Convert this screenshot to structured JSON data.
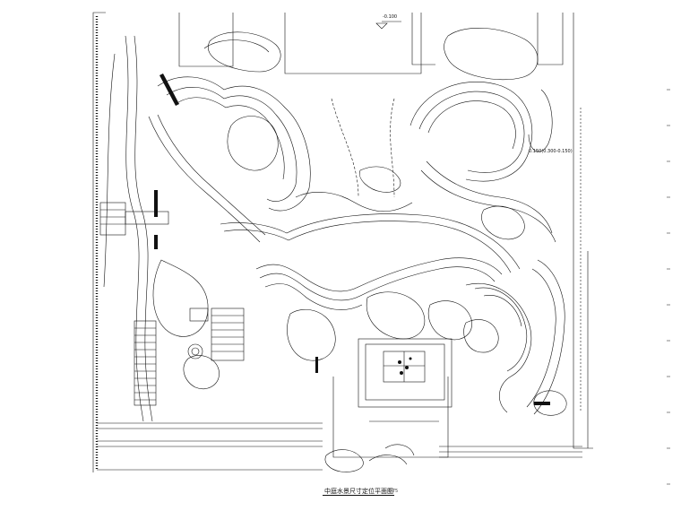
{
  "drawing": {
    "title": "中庭水景尺寸定位平面图",
    "scale": "1:75",
    "elevation_mark": "-0.100",
    "dimension_note": "0.150(0.300-0.150)"
  },
  "colors": {
    "line": "#111111",
    "fill": "#111111",
    "background": "#ffffff"
  }
}
